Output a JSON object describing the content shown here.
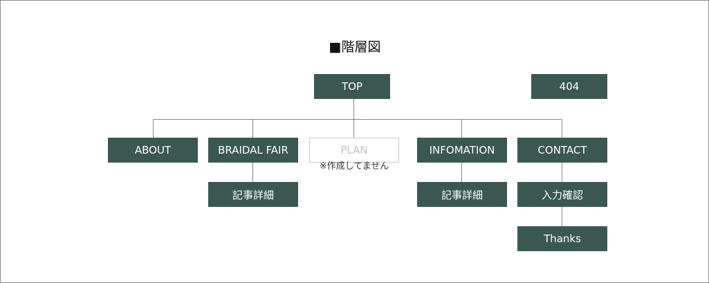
{
  "diagram": {
    "title": "■階層図",
    "nodes": {
      "top": "TOP",
      "not_found": "404",
      "about": "ABOUT",
      "bridal_fair": "BRAIDAL FAIR",
      "plan": "PLAN",
      "information": "INFOMATION",
      "contact": "CONTACT",
      "bridal_fair_detail": "記事詳細",
      "information_detail": "記事詳細",
      "contact_confirm": "入力確認",
      "thanks": "Thanks"
    },
    "plan_note": "※作成してません",
    "colors": {
      "node_fill": "#3b5752",
      "node_text": "#ffffff",
      "inactive_text": "#c4c4c4",
      "connector": "#7f8a86"
    }
  }
}
